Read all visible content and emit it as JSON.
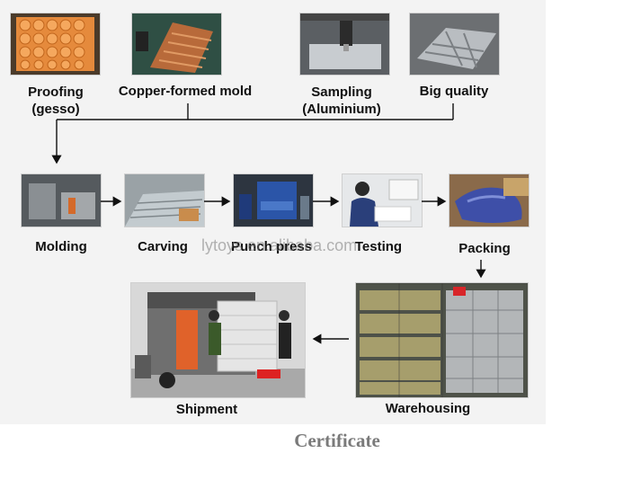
{
  "steps": {
    "proofing": "Proofing\n(gesso)",
    "copper": "Copper-formed mold",
    "sampling": "Sampling\n(Aluminium)",
    "big_quality": "Big quality",
    "molding": "Molding",
    "carving": "Carving",
    "punch_press": "Punch press",
    "testing": "Testing",
    "packing": "Packing",
    "warehousing": "Warehousing",
    "shipment": "Shipment"
  },
  "watermark": "lytoys.en.alibaba.com",
  "footer": "Certificate",
  "colors": {
    "arrow": "#111111",
    "footer_text": "#7a7a7a",
    "panel_bg": "#f3f3f3"
  }
}
